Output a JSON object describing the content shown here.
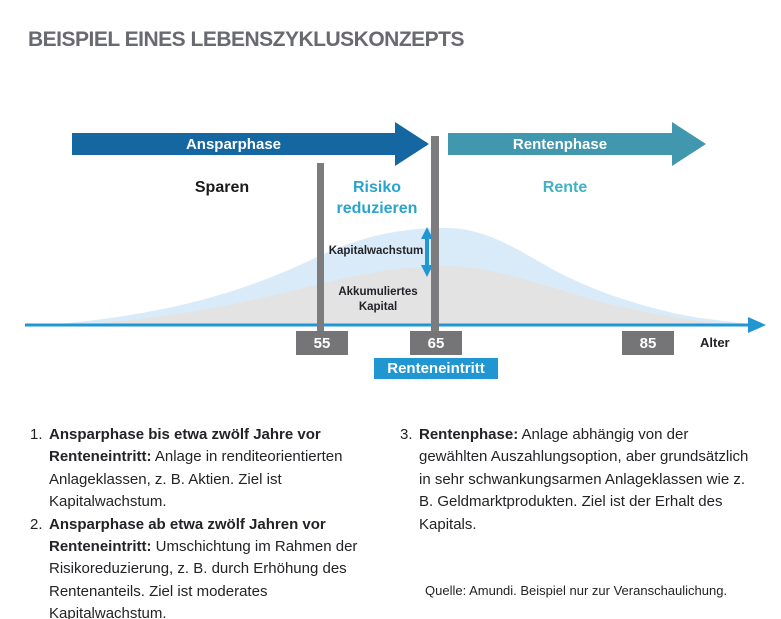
{
  "title": "BEISPIEL EINES LEBENSZYKLUSKONZEPTS",
  "colors": {
    "title_gray": "#696970",
    "phase_dark_blue": "#1467A0",
    "phase_teal": "#4197AE",
    "accent_blue": "#2097D3",
    "risiko_text_blue": "#2AA4CD",
    "rente_text_teal": "#3FB3C3",
    "bar_gray": "#7C7C7E",
    "box_gray": "#757578",
    "curve_blue_fill": "#D9EBF9",
    "curve_gray_fill": "#E3E3E4",
    "text_dark": "#232327"
  },
  "diagram": {
    "phases": [
      {
        "label": "Ansparphase"
      },
      {
        "label": "Rentenphase"
      }
    ],
    "stages": [
      {
        "label": "Sparen"
      },
      {
        "label": "Risiko reduzieren"
      },
      {
        "label": "Rente"
      }
    ],
    "growth_label": "Kapitalwachstum",
    "accumulated_label_line1": "Akkumuliertes",
    "accumulated_label_line2": "Kapital",
    "axis": {
      "ticks": [
        "55",
        "65",
        "85"
      ],
      "label": "Alter"
    },
    "retirement_marker": "Renteneintritt"
  },
  "notes": [
    {
      "number": "1.",
      "lead": "Ansparphase bis etwa zwölf Jahre vor Renteneintritt:",
      "body": "Anlage in renditeorientierten Anlageklassen, z. B. Aktien. Ziel ist Kapitalwachstum."
    },
    {
      "number": "2.",
      "lead": "Ansparphase ab etwa zwölf Jahren vor Renteneintritt:",
      "body": "Umschichtung im Rahmen der Risikoreduzierung, z. B. durch Erhöhung des Rentenanteils. Ziel ist moderates Kapitalwachstum."
    },
    {
      "number": "3.",
      "lead": "Rentenphase:",
      "body": "Anlage abhängig von der gewählten Auszahlungsoption, aber grundsätzlich in sehr schwankungsarmen Anlageklassen wie z. B. Geldmarktprodukten. Ziel ist der Erhalt des Kapitals."
    }
  ],
  "source": "Quelle: Amundi. Beispiel nur zur Veranschaulichung."
}
